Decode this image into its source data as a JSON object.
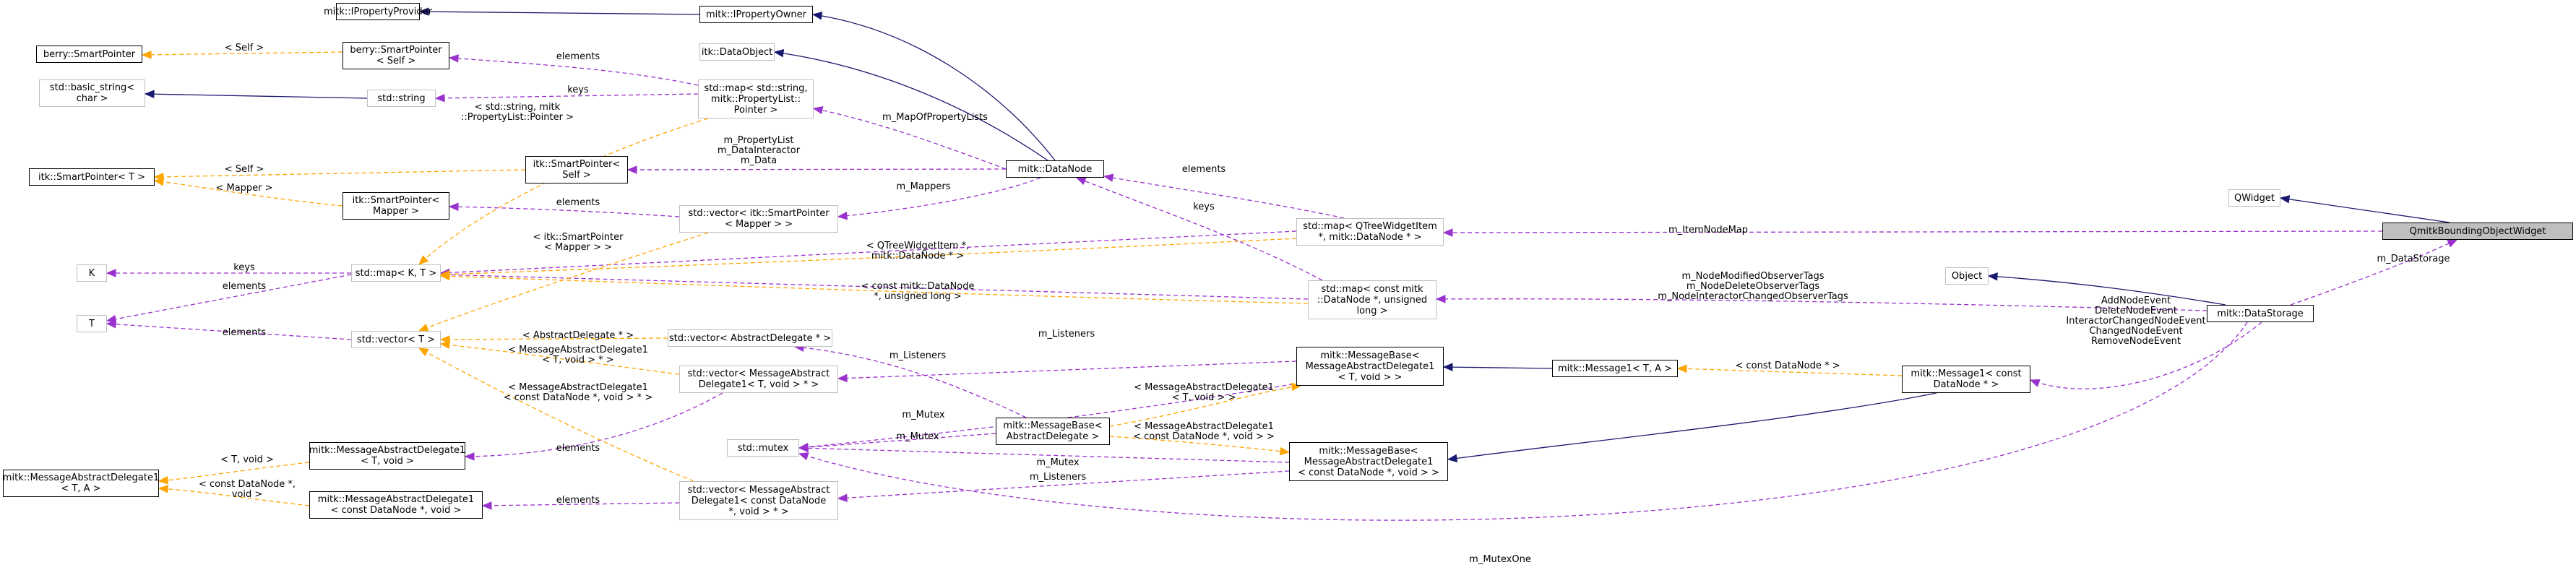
{
  "diagram": {
    "colors": {
      "inherit": "#191970",
      "usage": "#9a32cd",
      "template": "#ffa500",
      "focus_fill": "#bfbfbf",
      "external_border": "#bfbfbf"
    },
    "nodes": [
      {
        "id": "iprovider",
        "lines": [
          "mitk::IPropertyProvider"
        ],
        "ext": false
      },
      {
        "id": "iowner",
        "lines": [
          "mitk::IPropertyOwner"
        ],
        "ext": false
      },
      {
        "id": "berrysp",
        "lines": [
          "berry::SmartPointer"
        ],
        "ext": false
      },
      {
        "id": "berryspself",
        "lines": [
          "berry::SmartPointer",
          "< Self >"
        ],
        "ext": false
      },
      {
        "id": "itkdataobj",
        "lines": [
          "itk::DataObject"
        ],
        "ext": true
      },
      {
        "id": "mapstrprop",
        "lines": [
          "std::map< std::string,",
          "mitk::PropertyList::",
          "Pointer >"
        ],
        "ext": true
      },
      {
        "id": "basicstring",
        "lines": [
          "std::basic_string<",
          "char >"
        ],
        "ext": true
      },
      {
        "id": "stdstring",
        "lines": [
          "std::string"
        ],
        "ext": true
      },
      {
        "id": "itkspT",
        "lines": [
          "itk::SmartPointer< T >"
        ],
        "ext": false
      },
      {
        "id": "itkspself",
        "lines": [
          "itk::SmartPointer<",
          "Self >"
        ],
        "ext": false
      },
      {
        "id": "datanode",
        "lines": [
          "mitk::DataNode"
        ],
        "ext": false
      },
      {
        "id": "itkspmapper",
        "lines": [
          "itk::SmartPointer<",
          "Mapper >"
        ],
        "ext": false
      },
      {
        "id": "vecmapper",
        "lines": [
          "std::vector< itk::SmartPointer",
          "< Mapper > >"
        ],
        "ext": true
      },
      {
        "id": "qwidget",
        "lines": [
          "QWidget"
        ],
        "ext": true
      },
      {
        "id": "focus",
        "lines": [
          "QmitkBoundingObjectWidget"
        ],
        "ext": false,
        "focus": true
      },
      {
        "id": "mapqtree",
        "lines": [
          "std::map< QTreeWidgetItem",
          "*, mitk::DataNode * >"
        ],
        "ext": true
      },
      {
        "id": "K",
        "lines": [
          "K"
        ],
        "ext": true
      },
      {
        "id": "mapKT",
        "lines": [
          "std::map< K, T >"
        ],
        "ext": true
      },
      {
        "id": "T",
        "lines": [
          "T"
        ],
        "ext": true
      },
      {
        "id": "object",
        "lines": [
          "Object"
        ],
        "ext": true
      },
      {
        "id": "mapconst",
        "lines": [
          "std::map< const mitk",
          "::DataNode *, unsigned",
          "long >"
        ],
        "ext": true
      },
      {
        "id": "datastorage",
        "lines": [
          "mitk::DataStorage"
        ],
        "ext": false
      },
      {
        "id": "vecT",
        "lines": [
          "std::vector< T >"
        ],
        "ext": true
      },
      {
        "id": "vecabs",
        "lines": [
          "std::vector< AbstractDelegate * >"
        ],
        "ext": true
      },
      {
        "id": "mbase1",
        "lines": [
          "mitk::MessageBase<",
          "MessageAbstractDelegate1",
          "< T, void > >"
        ],
        "ext": false
      },
      {
        "id": "message1TA",
        "lines": [
          "mitk::Message1< T, A >"
        ],
        "ext": false
      },
      {
        "id": "vecmad1",
        "lines": [
          "std::vector< MessageAbstract",
          "Delegate1< T, void > * >"
        ],
        "ext": true
      },
      {
        "id": "message1const",
        "lines": [
          "mitk::Message1< const",
          "DataNode * >"
        ],
        "ext": false
      },
      {
        "id": "mad1Tvoid",
        "lines": [
          "mitk::MessageAbstractDelegate1",
          "< T, void >"
        ],
        "ext": false
      },
      {
        "id": "stdmutex",
        "lines": [
          "std::mutex"
        ],
        "ext": true
      },
      {
        "id": "mbaseabs",
        "lines": [
          "mitk::MessageBase<",
          "AbstractDelegate >"
        ],
        "ext": false
      },
      {
        "id": "mbaseconst",
        "lines": [
          "mitk::MessageBase<",
          "MessageAbstractDelegate1",
          "< const DataNode *, void > >"
        ],
        "ext": false
      },
      {
        "id": "mad1TA",
        "lines": [
          "mitk::MessageAbstractDelegate1",
          "< T, A >"
        ],
        "ext": false
      },
      {
        "id": "mad1const",
        "lines": [
          "mitk::MessageAbstractDelegate1",
          "< const DataNode *, void >"
        ],
        "ext": false
      },
      {
        "id": "vecmadconst",
        "lines": [
          "std::vector< MessageAbstract",
          "Delegate1< const DataNode",
          "*, void > * >"
        ],
        "ext": true
      }
    ],
    "edge_labels": [
      {
        "id": "el-elements-berry",
        "lines": [
          "elements"
        ]
      },
      {
        "id": "el-self-berry",
        "lines": [
          "< Self >"
        ]
      },
      {
        "id": "el-keys-string",
        "lines": [
          "keys"
        ]
      },
      {
        "id": "el-stdstring-mitk",
        "lines": [
          "< std::string, mitk",
          "::PropertyList::Pointer >"
        ]
      },
      {
        "id": "el-mapofproplists",
        "lines": [
          "m_MapOfPropertyLists"
        ]
      },
      {
        "id": "el-self-itk",
        "lines": [
          "< Self >"
        ]
      },
      {
        "id": "el-proplist",
        "lines": [
          "m_PropertyList",
          "m_DataInteractor",
          "m_Data"
        ]
      },
      {
        "id": "el-mapper-itk",
        "lines": [
          "< Mapper >"
        ]
      },
      {
        "id": "el-elements-mapper",
        "lines": [
          "elements"
        ]
      },
      {
        "id": "el-mappers",
        "lines": [
          "m_Mappers"
        ]
      },
      {
        "id": "el-elements-qtree",
        "lines": [
          "elements"
        ]
      },
      {
        "id": "el-itemnodemap",
        "lines": [
          "m_ItemNodeMap"
        ]
      },
      {
        "id": "el-datastorage",
        "lines": [
          "m_DataStorage"
        ]
      },
      {
        "id": "el-keys-mapKT",
        "lines": [
          "keys"
        ]
      },
      {
        "id": "el-elements-mapKT",
        "lines": [
          "elements"
        ]
      },
      {
        "id": "el-itk-sp-mapper",
        "lines": [
          "< itk::SmartPointer",
          "< Mapper > >"
        ]
      },
      {
        "id": "el-qtree-datanode",
        "lines": [
          "< QTreeWidgetItem *,",
          "mitk::DataNode * >"
        ]
      },
      {
        "id": "el-keys-const",
        "lines": [
          "keys"
        ]
      },
      {
        "id": "el-observertags",
        "lines": [
          "m_NodeModifiedObserverTags",
          "m_NodeDeleteObserverTags",
          "m_NodeInteractorChangedObserverTags"
        ]
      },
      {
        "id": "el-const-datanode-long",
        "lines": [
          "< const mitk::DataNode",
          "*, unsigned long >"
        ]
      },
      {
        "id": "el-elements-vecT",
        "lines": [
          "elements"
        ]
      },
      {
        "id": "el-abstractdelegate",
        "lines": [
          "< AbstractDelegate * >"
        ]
      },
      {
        "id": "el-listeners-1",
        "lines": [
          "m_Listeners"
        ]
      },
      {
        "id": "el-listeners-2",
        "lines": [
          "m_Listeners"
        ]
      },
      {
        "id": "el-mad1-tvoid",
        "lines": [
          "< MessageAbstractDelegate1",
          "< T, void > * >"
        ]
      },
      {
        "id": "el-mad1-const",
        "lines": [
          "< MessageAbstractDelegate1",
          "< const DataNode *, void > * >"
        ]
      },
      {
        "id": "el-mad1-tvoid-b",
        "lines": [
          "< MessageAbstractDelegate1",
          "< T, void > >"
        ]
      },
      {
        "id": "el-const-datanode-ptr",
        "lines": [
          "< const DataNode * >"
        ]
      },
      {
        "id": "el-events",
        "lines": [
          "AddNodeEvent",
          "DeleteNodeEvent",
          "InteractorChangedNodeEvent",
          "ChangedNodeEvent",
          "RemoveNodeEvent"
        ]
      },
      {
        "id": "el-mutex-1",
        "lines": [
          "m_Mutex"
        ]
      },
      {
        "id": "el-mad1-const-b",
        "lines": [
          "< MessageAbstractDelegate1",
          "< const DataNode *, void > >"
        ]
      },
      {
        "id": "el-mutex-2",
        "lines": [
          "m_Mutex"
        ]
      },
      {
        "id": "el-tvoid",
        "lines": [
          "< T, void >"
        ]
      },
      {
        "id": "el-elements-mad1",
        "lines": [
          "elements"
        ]
      },
      {
        "id": "el-mutex-3",
        "lines": [
          "m_Mutex"
        ]
      },
      {
        "id": "el-listeners-3",
        "lines": [
          "m_Listeners"
        ]
      },
      {
        "id": "el-const-datanode-void",
        "lines": [
          "< const DataNode *,",
          "void >"
        ]
      },
      {
        "id": "el-elements-mad1const",
        "lines": [
          "elements"
        ]
      },
      {
        "id": "el-mutexone",
        "lines": [
          "m_MutexOne"
        ]
      }
    ]
  }
}
